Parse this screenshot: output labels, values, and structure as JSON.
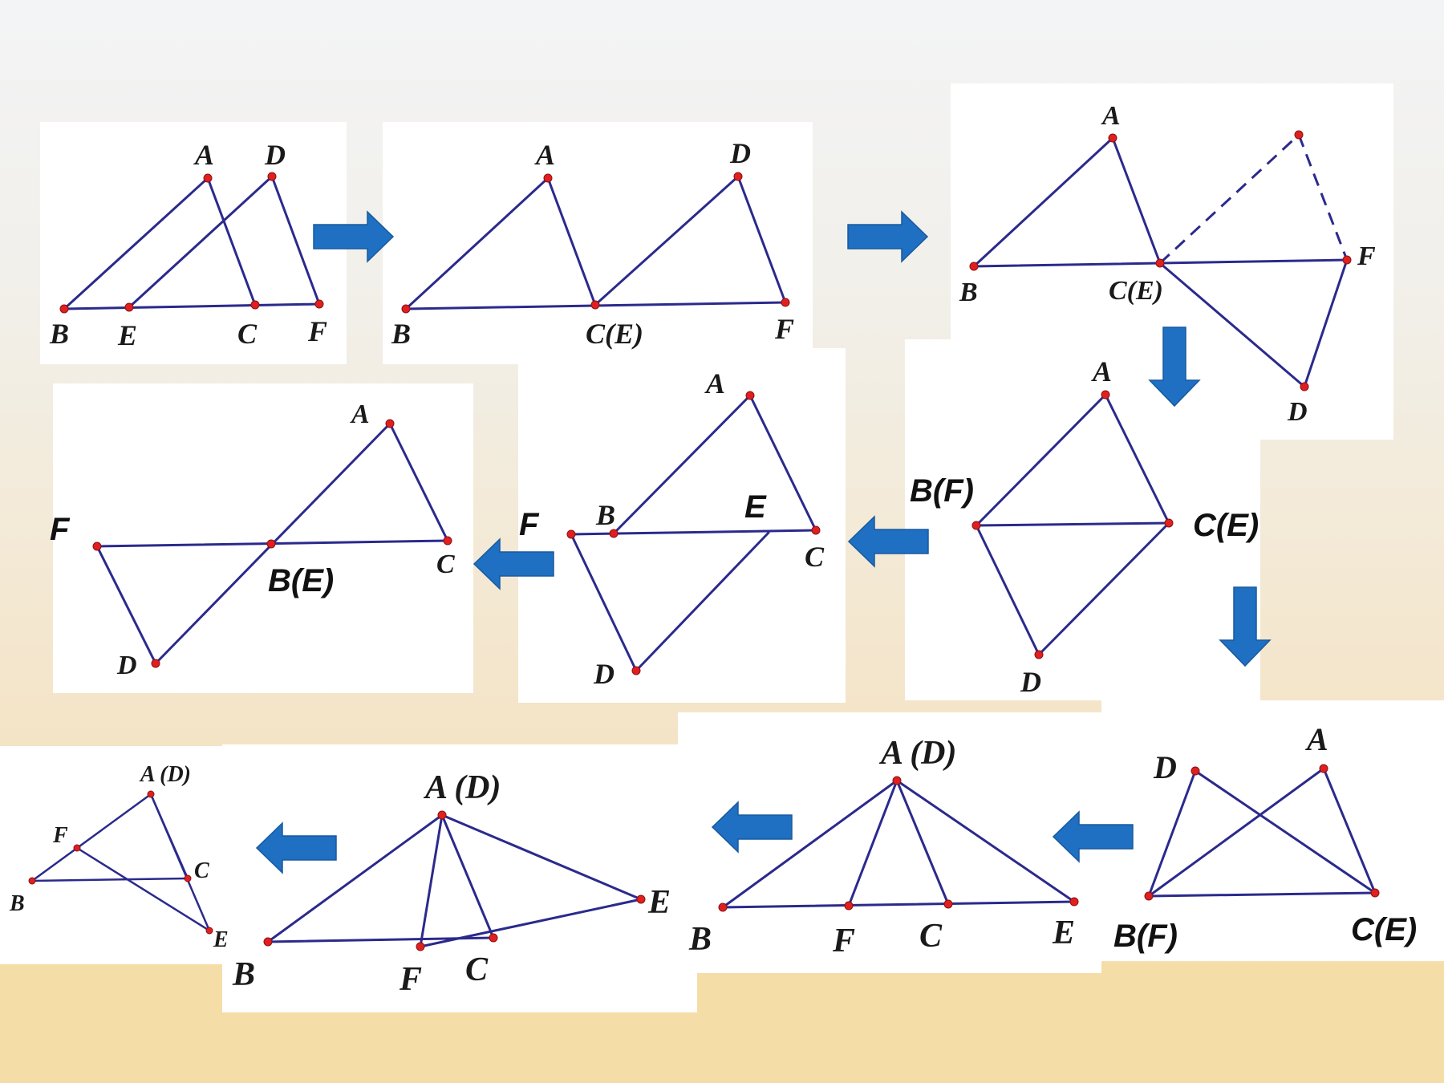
{
  "colors": {
    "line": "#2b2a8c",
    "point": "#e02020",
    "arrow": "#1f6fc2"
  },
  "labels": {
    "p1": {
      "A": "A",
      "D": "D",
      "B": "B",
      "E": "E",
      "C": "C",
      "F": "F"
    },
    "p2": {
      "A": "A",
      "D": "D",
      "B": "B",
      "CE": "C(E)",
      "F": "F"
    },
    "p3": {
      "A": "A",
      "B": "B",
      "CE": "C(E)",
      "F": "F",
      "D": "D"
    },
    "p4": {
      "A": "A",
      "BF": "B(F)",
      "CE": "C(E)",
      "D": "D"
    },
    "p5": {
      "A": "A",
      "B": "B",
      "E": "E",
      "F": "F",
      "C": "C",
      "D": "D"
    },
    "p6": {
      "A": "A",
      "F": "F",
      "BE": "B(E)",
      "C": "C",
      "D": "D"
    },
    "p7": {
      "D": "D",
      "A": "A",
      "BF": "B(F)",
      "CE": "C(E)"
    },
    "p8": {
      "AD": "A (D)",
      "B": "B",
      "F": "F",
      "C": "C",
      "E": "E"
    },
    "p9": {
      "AD": "A (D)",
      "B": "B",
      "F": "F",
      "C": "C",
      "E": "E"
    },
    "p10": {
      "AD": "A (D)",
      "F": "F",
      "C": "C",
      "B": "B",
      "E": "E"
    }
  }
}
